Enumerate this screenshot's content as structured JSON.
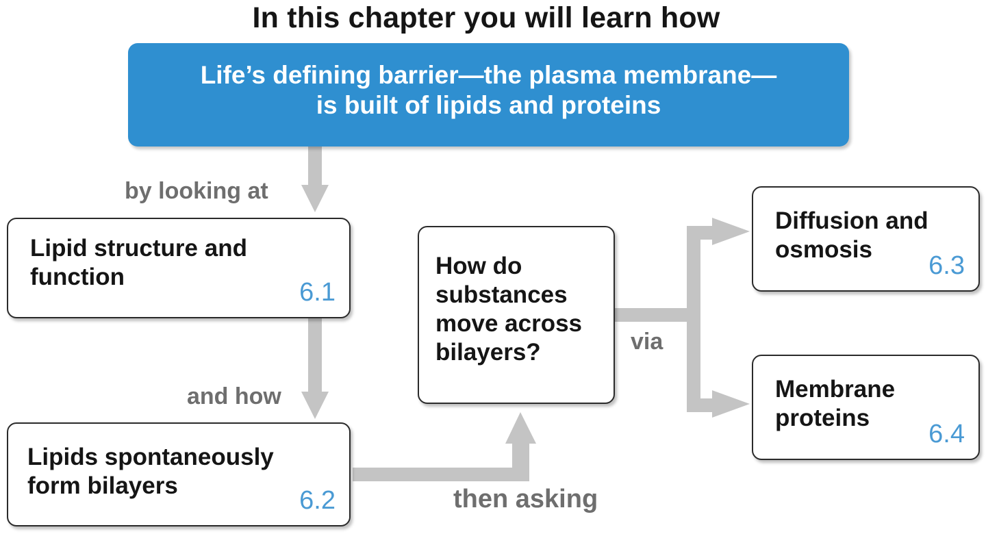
{
  "heading": "In this chapter you will learn how",
  "banner": {
    "line1": "Life’s defining barrier—the plasma membrane—",
    "line2": "is built of lipids and proteins"
  },
  "boxes": {
    "lipid_structure": {
      "line1": "Lipid structure and",
      "line2": "function",
      "number": "6.1"
    },
    "bilayers": {
      "line1": "Lipids spontaneously",
      "line2": "form bilayers",
      "number": "6.2"
    },
    "question": {
      "line1": "How do",
      "line2": "substances",
      "line3": "move across",
      "line4": "bilayers?"
    },
    "diffusion": {
      "line1": "Diffusion and",
      "line2": "osmosis",
      "number": "6.3"
    },
    "proteins": {
      "line1": "Membrane",
      "line2": "proteins",
      "number": "6.4"
    }
  },
  "connector_labels": {
    "by_looking_at": "by looking at",
    "and_how": "and how",
    "then_asking": "then asking",
    "via": "via"
  },
  "colors": {
    "banner": "#2f8fd0",
    "number": "#4a9ad4",
    "arrow": "#c4c4c4",
    "label": "#6e6e6e"
  }
}
